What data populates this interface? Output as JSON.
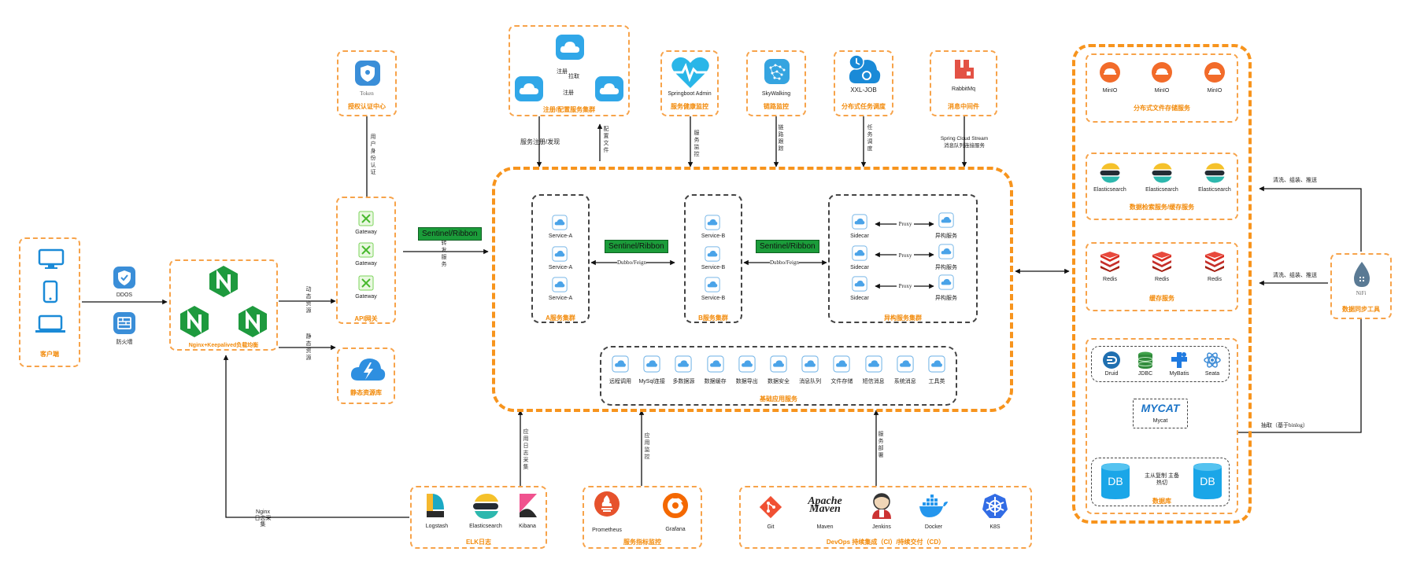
{
  "client": {
    "label": "客户端"
  },
  "ddos": {
    "label": "DDOS"
  },
  "firewall": {
    "label": "防火墙"
  },
  "nginx": {
    "label": "Nginx+Keepalived负载均衡"
  },
  "static_res": {
    "label": "静态资源库",
    "edge": "静态资源"
  },
  "dyn_res": {
    "edge": "动态资源"
  },
  "gateway": {
    "label": "API网关",
    "items": [
      "Gateway",
      "Gateway",
      "Gateway"
    ]
  },
  "auth": {
    "label": "授权认证中心",
    "icon_text": "Token",
    "edge": "用户身份认证"
  },
  "registry": {
    "label": "注册/配置服务集群",
    "reg1": "注册",
    "reg2": "注册",
    "fetch": "拉取",
    "edge_left": "服务注册/发现",
    "edge_right": "配置文件"
  },
  "monitor_health": {
    "label": "服务健康监控",
    "name": "Springboot Admin",
    "edge": "服务监控"
  },
  "tracing": {
    "label": "链路监控",
    "name": "SkyWalking",
    "edge": "链路跟踪"
  },
  "scheduler": {
    "label": "分布式任务调度",
    "name": "XXL-JOB",
    "edge": "任务调度"
  },
  "mq": {
    "label": "消息中间件",
    "name": "RabbitMq",
    "edge": "Spring Cloud Stream 消息队列连接服务"
  },
  "sentinel_labels": [
    "Sentinel/Ribbon",
    "Sentinel/Ribbon",
    "Sentinel/Ribbon"
  ],
  "forward": {
    "edge": "转发服务"
  },
  "dubbo": [
    "Dubbo/Feign",
    "Dubbo/Feign"
  ],
  "cluster_a": {
    "label": "A服务集群",
    "items": [
      "Service-A",
      "Service-A",
      "Service-A"
    ]
  },
  "cluster_b": {
    "label": "B服务集群",
    "items": [
      "Service-B",
      "Service-B",
      "Service-B"
    ]
  },
  "hetero": {
    "label": "异构服务集群",
    "sidecar": [
      "Sidecar",
      "Sidecar",
      "Sidecar"
    ],
    "proxy": [
      "Proxy",
      "Proxy",
      "Proxy"
    ],
    "service": [
      "异构服务",
      "异构服务",
      "异构服务"
    ]
  },
  "base": {
    "label": "基础应用服务",
    "items": [
      "远程调用",
      "MySql连接",
      "多数据源",
      "数据缓存",
      "数据导出",
      "数据安全",
      "消息队列",
      "文件存储",
      "短信消息",
      "系统消息",
      "工具类"
    ]
  },
  "elk": {
    "label": "ELK日志",
    "items": [
      "Logstash",
      "Elasticsearch",
      "Kibana"
    ],
    "edge_app": "应用日志采集",
    "edge_nginx": "Nginx日志采集"
  },
  "metrics": {
    "label": "服务指标监控",
    "items": [
      "Prometheus",
      "Grafana"
    ],
    "edge": "应用监控"
  },
  "devops": {
    "label": "DevOps 持续集成（CI）/持续交付（CD）",
    "items": [
      "Git",
      "Maven",
      "Jenkins",
      "Docker",
      "K8S"
    ],
    "edge": "服务部署",
    "maven_logo": "Apache Maven"
  },
  "minio": {
    "label": "分布式文件存储服务",
    "items": [
      "MinIO",
      "MinIO",
      "MinIO"
    ]
  },
  "es": {
    "label": "数据检索服务/缓存服务",
    "items": [
      "Elasticsearch",
      "Elasticsearch",
      "Elasticsearch"
    ]
  },
  "redis": {
    "label": "缓存服务",
    "items": [
      "Redis",
      "Redis",
      "Redis"
    ]
  },
  "db": {
    "label": "数据库",
    "tools": [
      "Druid",
      "JDBC",
      "MyBatis",
      "Seata"
    ],
    "mycat": "Mycat",
    "db_text": "DB",
    "replication": "主从复制 主备热切"
  },
  "nifi": {
    "label": "数据同步工具",
    "icon_text": "NiFi",
    "edge1": "清洗、组装、推送",
    "edge2": "清洗、组装、推送",
    "edge3": "抽取（基于binlog）"
  },
  "colors": {
    "orange": "#f7941d",
    "blue": "#2196f3",
    "green": "#1b9c3a",
    "nginx_green": "#1e9a3e",
    "red": "#d8282c"
  }
}
